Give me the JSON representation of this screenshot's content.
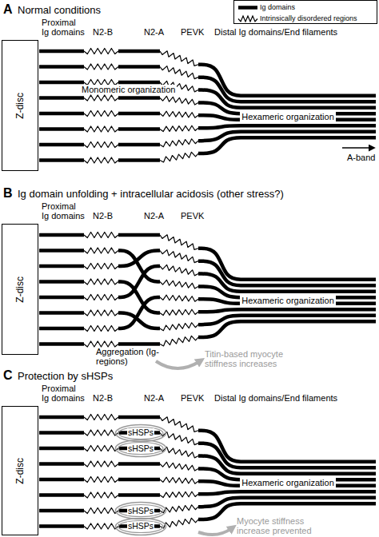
{
  "diagram": {
    "nodes": [
      {
        "text": [
          "Z-disc"
        ]
      },
      {
        "text": [
          "Hexameric organization"
        ]
      },
      {
        "text": [
          "Z-disc"
        ]
      },
      {
        "text": [
          "Hexameric organization"
        ]
      },
      {
        "text": [
          "Z-disc"
        ]
      },
      {
        "text": [
          "sHSPs"
        ]
      },
      {
        "text": [
          "sHSPs"
        ]
      },
      {
        "text": [
          "sHSPs"
        ]
      },
      {
        "text": [
          "sHSPs"
        ]
      },
      {
        "text": [
          "Hexameric organization"
        ]
      }
    ],
    "labels": [
      "A",
      "Normal conditions",
      "Proximal",
      "Ig domains",
      "N2-B",
      "N2-A",
      "PEVK",
      "Distal Ig domains/End filaments",
      "Monomeric organization",
      "A-band",
      "B",
      "Ig domain unfolding + intracellular acidosis (other stress?)",
      "Proximal",
      "Ig domains",
      "N2-B",
      "N2-A",
      "PEVK",
      "Aggregation (Ig-regions)",
      "Titin-based myocyte stiffness increases",
      "C",
      "Protection by sHSPs",
      "Proximal",
      "Ig domains",
      "N2-B",
      "N2-A",
      "PEVK",
      "Distal Ig domains/End filaments",
      "Myocyte stiffness increase prevented"
    ],
    "legend": [
      {
        "text": "Ig domains"
      },
      {
        "text": "Intrinsically disordered regions"
      }
    ]
  }
}
